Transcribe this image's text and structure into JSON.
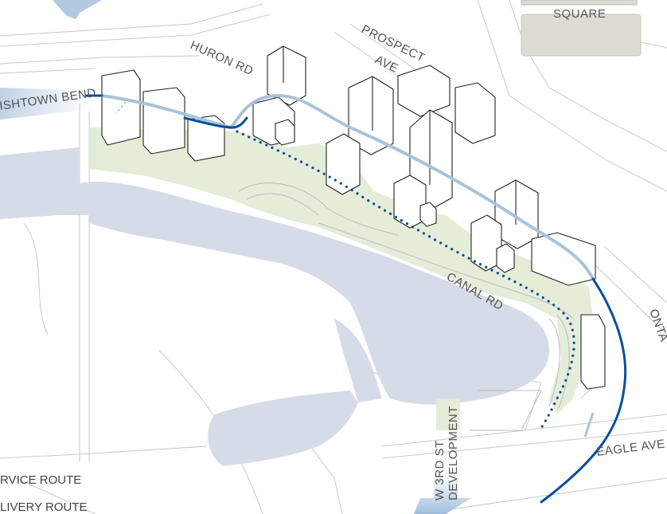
{
  "colors": {
    "water": "#d6dbe8",
    "park": "#e5ecd8",
    "street_line": "#c8c8c8",
    "building_stroke": "#222222",
    "service_route": "#0b4f9c",
    "service_route_hidden": "#a9c3d9",
    "delivery_route": "#0b4f9c",
    "label": "#555555",
    "square_fill": "#dcdcd4"
  },
  "labels": {
    "square": "SQUARE",
    "huron_rd": "HURON RD",
    "prospect": "PROSPECT",
    "ave": "AVE",
    "irishtown_bend": "ISHTOWN BEND",
    "canal_rd": "CANAL RD",
    "eagle_ave": "EAGLE AVE",
    "ontario": "ONTA",
    "w3rd_line1": "W 3RD ST",
    "w3rd_line2": "DEVELOPMENT"
  },
  "legend": {
    "service_route": "RVICE ROUTE",
    "delivery_route": "LIVERY ROUTE"
  },
  "icons": [
    "arrow-up-left-icon",
    "arrow-left-icon",
    "arrow-down-icon"
  ]
}
